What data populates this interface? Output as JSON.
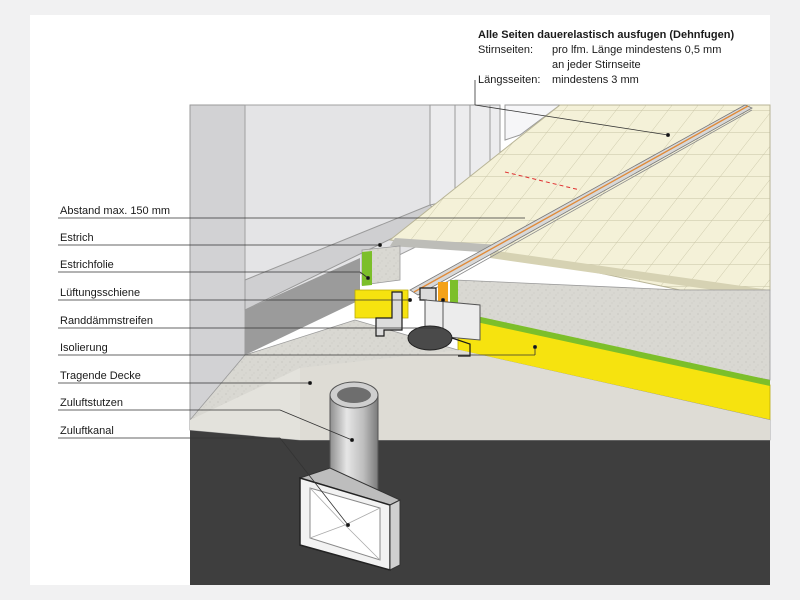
{
  "note": {
    "title": "Alle Seiten dauerelastisch ausfugen (Dehnfugen)",
    "rows": [
      {
        "key": "Stirnseiten:",
        "value": "pro lfm. Länge mindestens 0,5 mm"
      },
      {
        "key": "",
        "value": "an jeder Stirnseite"
      },
      {
        "key": "Längsseiten:",
        "value": "mindestens 3 mm"
      }
    ]
  },
  "labels": [
    "Abstand max. 150 mm",
    "Estrich",
    "Estrichfolie",
    "Lüftungsschiene",
    "Randdämmstreifen",
    "Isolierung",
    "Tragende Decke",
    "Zuluftstutzen",
    "Zuluftkanal"
  ],
  "colors": {
    "insulation_yellow": "#f6e30f",
    "foil_green": "#7cbf2a",
    "edge_strip_orange": "#f4a21a",
    "tile": "#f4f1d8",
    "concrete": "#d9d8d2",
    "ground": "#404040",
    "wall": "#cfcfd1"
  }
}
